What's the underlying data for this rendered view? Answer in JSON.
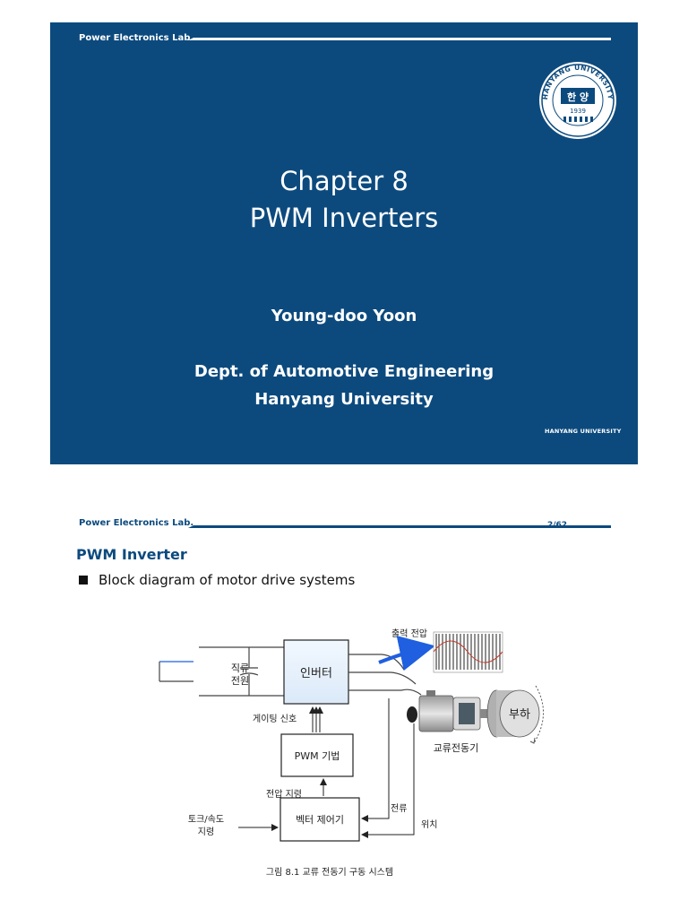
{
  "slide1": {
    "lab": "Power Electronics Lab.",
    "title_line1": "Chapter 8",
    "title_line2": "PWM Inverters",
    "author": "Young-doo Yoon",
    "dept": "Dept. of Automotive Engineering",
    "university": "Hanyang University",
    "footer": "HANYANG UNIVERSITY",
    "seal": {
      "ring_text": "HANYANG UNIVERSITY",
      "center_text": "한 양",
      "year": "1939"
    },
    "colors": {
      "background": "#0c4a7e",
      "text": "#ffffff"
    }
  },
  "slide2": {
    "lab": "Power Electronics Lab.",
    "page": "2/62",
    "heading": "PWM Inverter",
    "bullet": "Block diagram of motor drive systems",
    "diagram": {
      "dc_source": [
        "직류",
        "전원"
      ],
      "inverter": "인버터",
      "output_voltage": "출력 전압",
      "gating_signal": "게이팅 신호",
      "pwm": "PWM 기법",
      "voltage_command": "전압 지령",
      "torque_speed_cmd": [
        "토크/속도",
        "지령"
      ],
      "vector_control": "벡터 제어기",
      "current": "전류",
      "position": "위치",
      "ac_motor": "교류전동기",
      "load": "부하",
      "caption": "그림 8.1   교류 전동기 구동 시스템"
    },
    "colors": {
      "accent": "#0c4a7e",
      "arrow": "#1f5fe0"
    }
  }
}
